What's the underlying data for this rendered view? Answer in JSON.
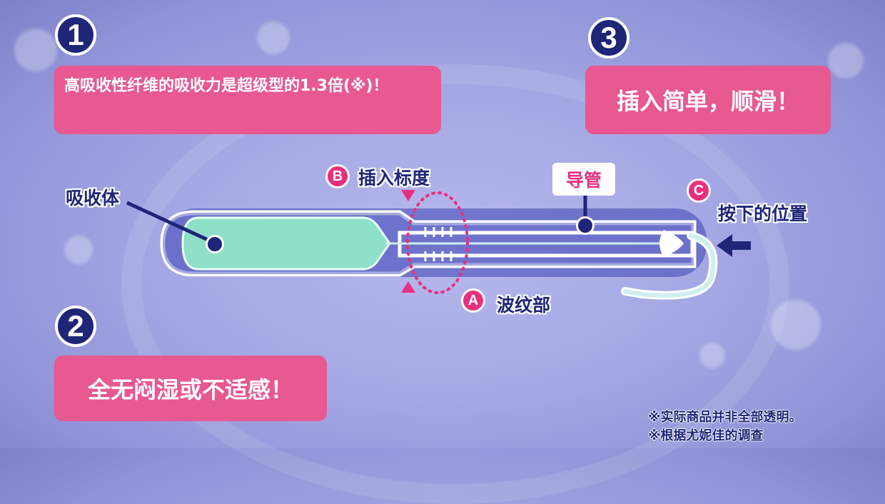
{
  "colors": {
    "navy": "#1f2577",
    "pink": "#e85891",
    "badge_pink": "#e8307e",
    "background": "#a4a7e4",
    "absorber": "#8ee0c8"
  },
  "points": {
    "one": {
      "number": "1",
      "text": "高吸收性纤维的吸收力是超级型的1.3倍(※)！"
    },
    "two": {
      "number": "2",
      "text": "全无闷湿或不适感！"
    },
    "three": {
      "number": "3",
      "text": "插入简单，顺滑！"
    }
  },
  "labels": {
    "absorber": "吸收体",
    "insertion_mark_badge": "B",
    "insertion_mark": "插入标度",
    "tube": "导管",
    "press_badge": "C",
    "press_position": "按下的位置",
    "ridge_badge": "A",
    "ridge": "波纹部"
  },
  "notes": [
    "※实际商品并非全部透明。",
    "※根据尤妮佳的调查"
  ],
  "icons": [
    "arrow-left-icon",
    "triangle-down-icon",
    "triangle-up-icon"
  ]
}
